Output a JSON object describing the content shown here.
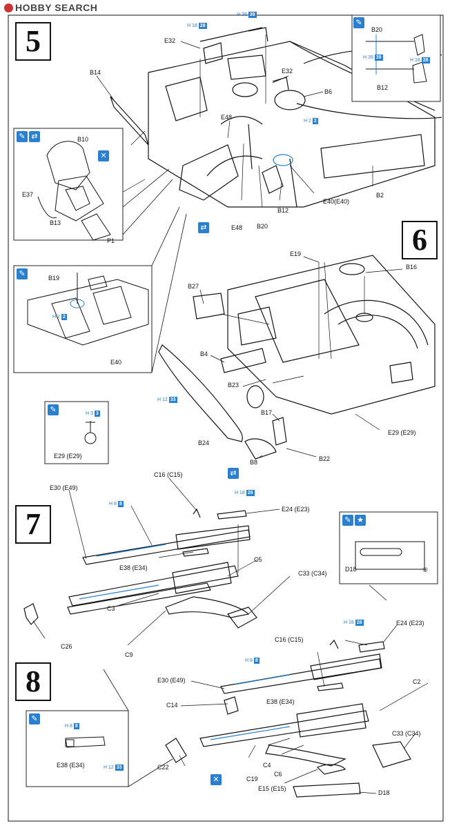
{
  "header": {
    "brand": "HOBBY SEARCH"
  },
  "steps": [
    "5",
    "6",
    "7",
    "8"
  ],
  "icons": {
    "glue": "glue-icon",
    "option": "option-icon",
    "cement": "cement-icon",
    "star": "star-icon"
  },
  "colors": {
    "accent": "#2a7fcf",
    "line": "#111111"
  },
  "step5": {
    "labels": {
      "e32a": "E32",
      "e32b": "E32",
      "b14": "B14",
      "b6": "B6",
      "b10": "B10",
      "e48a": "E48",
      "e48b": "E48",
      "e37": "E37",
      "b13": "B13",
      "p1": "P1",
      "b20": "B20",
      "b12": "B12",
      "e40": "E40(E40)",
      "b2": "B2",
      "inset_b20": "B20",
      "inset_b12": "B12",
      "inset2_b19": "B19",
      "inset2_e40": "E40"
    },
    "tags": {
      "t1": {
        "letter": "H",
        "num": "18",
        "val": "28"
      },
      "t2": {
        "letter": "H",
        "num": "39",
        "val": "39"
      },
      "t3": {
        "letter": "H",
        "num": "2",
        "val": "2"
      },
      "t4": {
        "letter": "H",
        "num": "39",
        "val": "39"
      },
      "t5": {
        "letter": "H",
        "num": "18",
        "val": "28"
      },
      "t6": {
        "letter": "H",
        "num": "2",
        "val": "2"
      }
    }
  },
  "step6": {
    "labels": {
      "e19": "E19",
      "b16": "B16",
      "b27": "B27",
      "b4": "B4",
      "b23": "B23",
      "b17": "B17",
      "b24": "B24",
      "b8": "B8",
      "b22": "B22",
      "e29": "E29 (E29)",
      "inset_e29": "E29 (E29)"
    },
    "tags": {
      "t1": {
        "letter": "H",
        "num": "12",
        "val": "33"
      },
      "t2": {
        "letter": "H",
        "num": "3",
        "val": "3"
      }
    }
  },
  "step7": {
    "labels": {
      "e30": "E30 (E49)",
      "c16": "C16 (C15)",
      "e24": "E24 (E23)",
      "c5": "C5",
      "e38": "E38 (E34)",
      "c33": "C33 (C34)",
      "c3": "C3",
      "c26": "C26",
      "c9": "C9",
      "d18": "D18",
      "circ8": "⑧"
    },
    "tags": {
      "t1": {
        "letter": "H",
        "num": "8",
        "val": "8"
      },
      "t2": {
        "letter": "H",
        "num": "18",
        "val": "28"
      }
    }
  },
  "step8": {
    "labels": {
      "e24": "E24 (E23)",
      "c16": "C16 (C15)",
      "c2": "C2",
      "e30": "E30 (E49)",
      "e38": "E38 (E34)",
      "c14": "C14",
      "c33": "C33 (C34)",
      "c4": "C4",
      "c6": "C6",
      "c19": "C19",
      "e15": "E15 (E15)",
      "d18": "D18",
      "c22": "C22",
      "inset_e38": "E38 (E34)"
    },
    "tags": {
      "t1": {
        "letter": "H",
        "num": "18",
        "val": "28"
      },
      "t2": {
        "letter": "H",
        "num": "8",
        "val": "8"
      },
      "t3": {
        "letter": "H",
        "num": "8",
        "val": "8"
      },
      "t4": {
        "letter": "H",
        "num": "12",
        "val": "33"
      }
    }
  }
}
